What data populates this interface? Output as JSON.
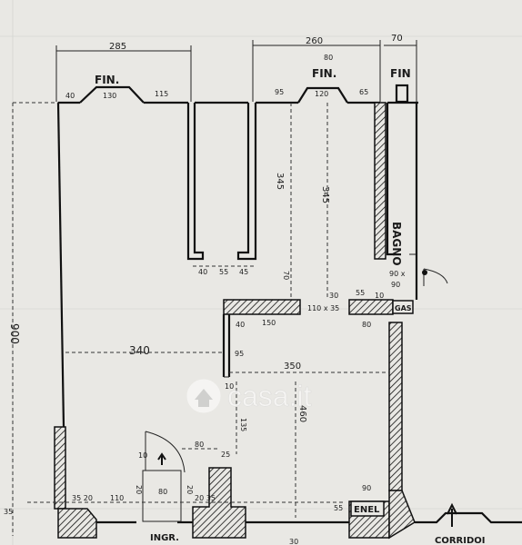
{
  "watermark": {
    "text": "casa.it",
    "icon": "house-circle-icon"
  },
  "labels": {
    "fin_left": "FIN.",
    "fin_mid": "FIN.",
    "fin_right": "FIN",
    "bagno": "BAGNO",
    "gas": "GAS",
    "enel": "ENEL",
    "ingresso": "INGR.",
    "corridor_partial": "CORRIDOI"
  },
  "dimensions": {
    "top_285": "285",
    "top_260": "260",
    "top_70": "70",
    "top_80": "80",
    "win1_40": "40",
    "win1_130": "130",
    "win1_115": "115",
    "win2_95": "95",
    "win2_120": "120",
    "win2_65": "65",
    "left_900": "900",
    "inner_345": "345",
    "inner_345b": "345",
    "pier_40": "40",
    "pier_55": "55",
    "pier_45": "45",
    "v_70": "70",
    "d_10": "10",
    "d_30": "30",
    "d_55": "55",
    "opening_110x35": "110 x 35",
    "opening_40": "40",
    "opening_150": "150",
    "h_90x": "90 x",
    "h_90": "90",
    "d_80": "80",
    "d_95": "95",
    "d_10b": "10",
    "d_340": "340",
    "d_350": "350",
    "d_460": "460",
    "d_135": "135",
    "d_80b": "80",
    "d_10c": "10",
    "d_25": "25",
    "d_35_20": "35 20",
    "d_110": "110",
    "d_20": "20",
    "d_80c": "80",
    "d_20b": "20",
    "d_20_35": "20 35",
    "d_55b": "55",
    "d_90": "90",
    "d_30b": "30",
    "d_35": "35"
  }
}
